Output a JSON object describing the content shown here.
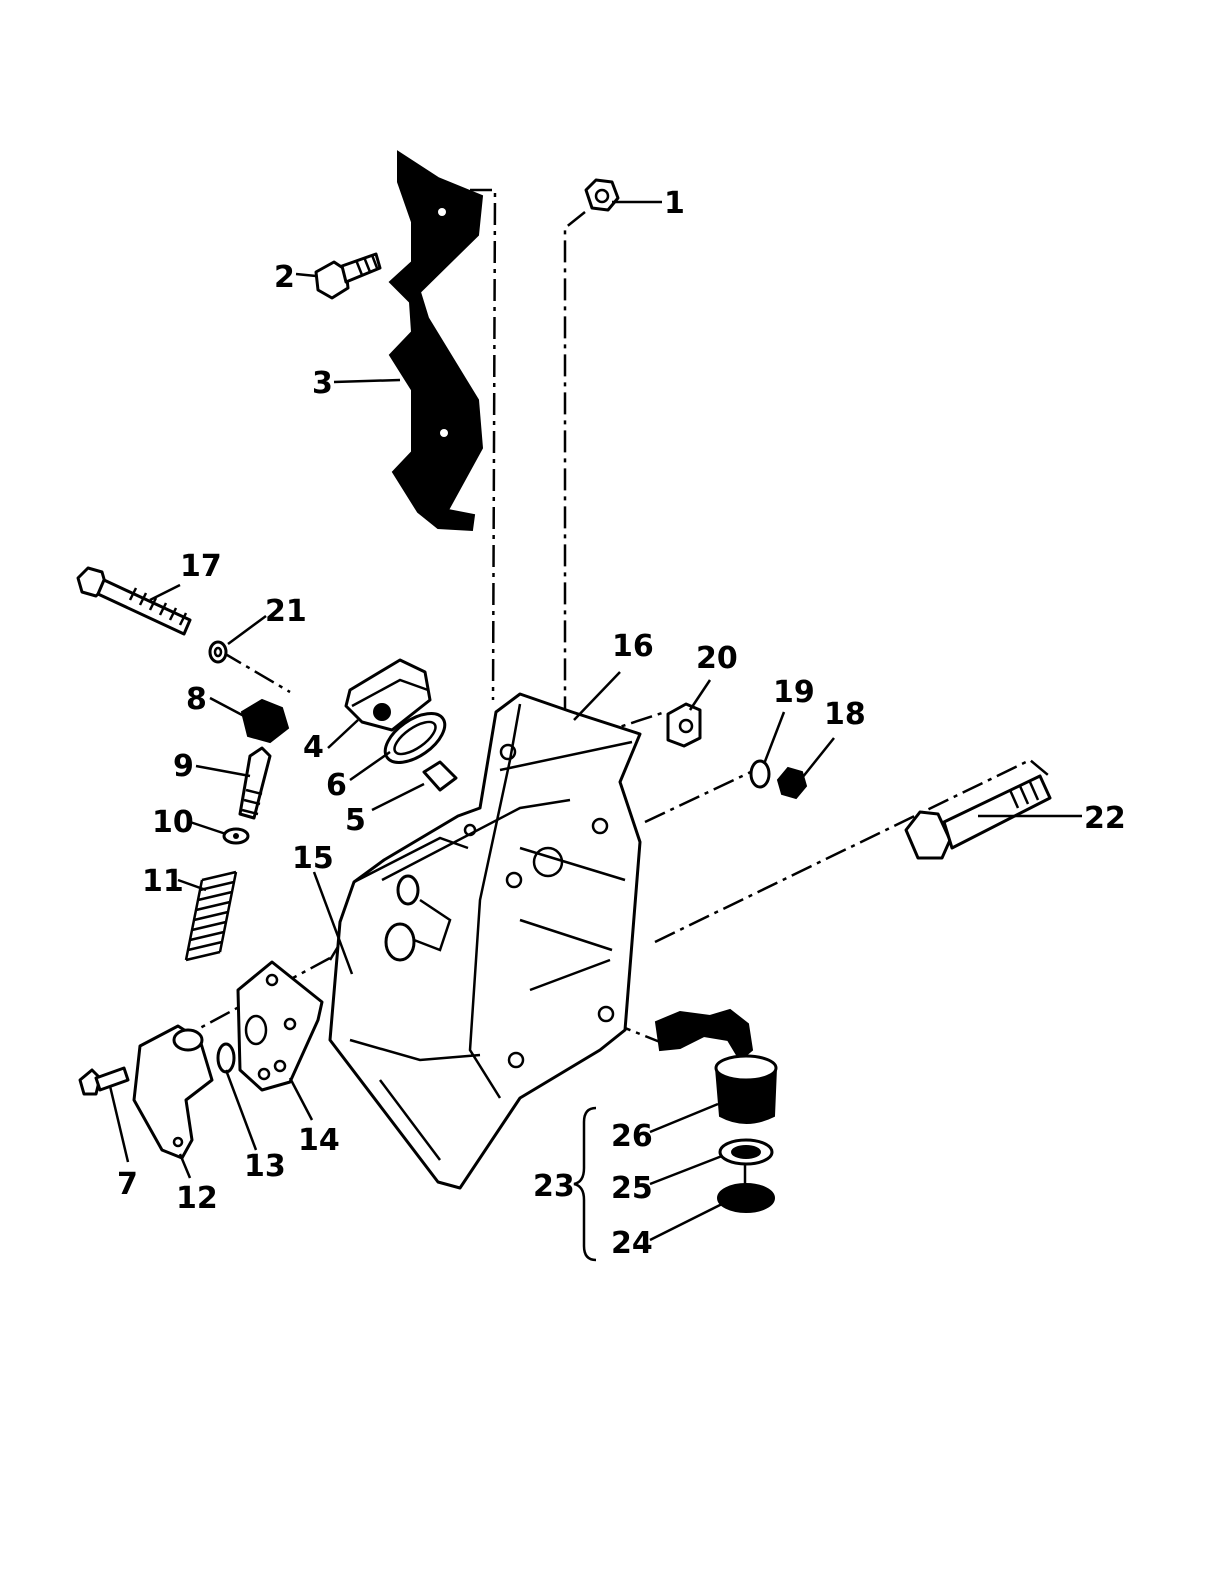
{
  "colors": {
    "ink": "#000000",
    "paper": "#ffffff"
  },
  "parts": [
    {
      "id": "1",
      "icon": "nut-icon"
    },
    {
      "id": "2",
      "icon": "bolt-icon"
    },
    {
      "id": "3",
      "icon": "bracket-icon"
    },
    {
      "id": "4",
      "icon": "knob-icon"
    },
    {
      "id": "5",
      "icon": "bushing-icon"
    },
    {
      "id": "6",
      "icon": "washer-icon"
    },
    {
      "id": "7",
      "icon": "screw-icon"
    },
    {
      "id": "8",
      "icon": "knob-icon"
    },
    {
      "id": "9",
      "icon": "rod-icon"
    },
    {
      "id": "10",
      "icon": "washer-icon"
    },
    {
      "id": "11",
      "icon": "spring-icon"
    },
    {
      "id": "12",
      "icon": "cover-plate-icon"
    },
    {
      "id": "13",
      "icon": "o-ring-icon"
    },
    {
      "id": "14",
      "icon": "gasket-icon"
    },
    {
      "id": "15",
      "icon": "spring-icon"
    },
    {
      "id": "16",
      "icon": "housing-icon"
    },
    {
      "id": "17",
      "icon": "bolt-icon"
    },
    {
      "id": "18",
      "icon": "nut-icon"
    },
    {
      "id": "19",
      "icon": "washer-icon"
    },
    {
      "id": "20",
      "icon": "clip-nut-icon"
    },
    {
      "id": "21",
      "icon": "washer-icon"
    },
    {
      "id": "22",
      "icon": "bolt-icon"
    },
    {
      "id": "24",
      "icon": "mount-base-icon"
    },
    {
      "id": "25",
      "icon": "washer-icon"
    },
    {
      "id": "26",
      "icon": "rubber-mount-icon"
    }
  ],
  "group": {
    "id": "23",
    "members": [
      "24",
      "25",
      "26"
    ]
  }
}
